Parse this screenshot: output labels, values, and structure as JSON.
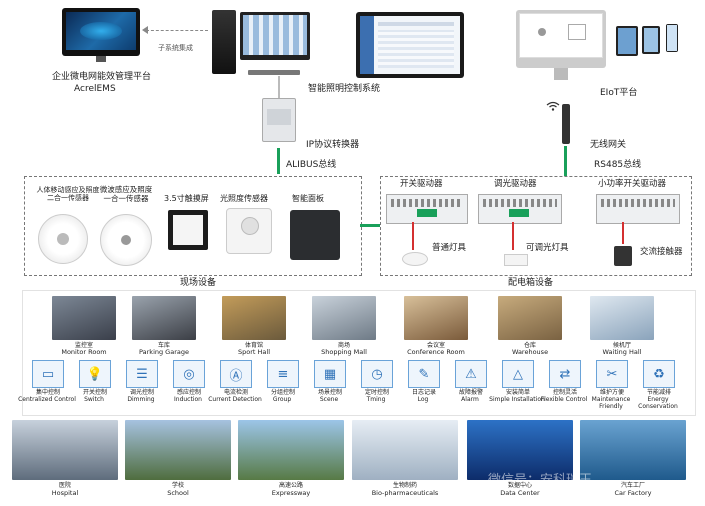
{
  "top": {
    "platform_ems": "企业微电网能效管理平台",
    "platform_ems_en": "AcrelEMS",
    "subsystem": "子系统集成",
    "lighting_system": "智能照明控制系统",
    "eiot": "EIoT平台",
    "ip_converter": "IP协议转换器",
    "alibus": "ALIBUS总线",
    "wireless_gateway": "无线网关",
    "rs485": "RS485总线"
  },
  "field_devices": {
    "group_label": "现场设备",
    "items": [
      {
        "label_line1": "人体移动感应及照度",
        "label_line2": "二合一传感器"
      },
      {
        "label_line1": "微波感应及照度",
        "label_line2": "一合一传感器"
      },
      {
        "label_line1": "3.5寸触摸屏",
        "label_line2": ""
      },
      {
        "label_line1": "光照度传感器",
        "label_line2": ""
      },
      {
        "label_line1": "智能面板",
        "label_line2": ""
      }
    ]
  },
  "cabinet": {
    "group_label": "配电箱设备",
    "switch_driver": "开关驱动器",
    "dimmer_driver": "调光驱动器",
    "small_switch_driver": "小功率开关驱动器",
    "normal_lamp": "普通灯具",
    "dimmable_lamp": "可调光灯具",
    "ac_contactor": "交流接触器"
  },
  "scenes": [
    {
      "cn": "监控室",
      "en": "Monitor Room"
    },
    {
      "cn": "车库",
      "en": "Parking Garage"
    },
    {
      "cn": "体育馆",
      "en": "Sport Hall"
    },
    {
      "cn": "商场",
      "en": "Shopping Mall"
    },
    {
      "cn": "会议室",
      "en": "Conference Room"
    },
    {
      "cn": "仓库",
      "en": "Warehouse"
    },
    {
      "cn": "候机厅",
      "en": "Waiting Hall"
    }
  ],
  "features": [
    {
      "cn": "集中控制",
      "en": "Centralized Control",
      "icon": "monitor-icon"
    },
    {
      "cn": "开关控制",
      "en": "Switch",
      "icon": "bulb-icon"
    },
    {
      "cn": "调光控制",
      "en": "Dimming",
      "icon": "sliders-icon"
    },
    {
      "cn": "感应控制",
      "en": "Induction",
      "icon": "sensor-icon"
    },
    {
      "cn": "电流检测",
      "en": "Current Detection",
      "icon": "ammeter-icon"
    },
    {
      "cn": "分组控制",
      "en": "Group",
      "icon": "list-icon"
    },
    {
      "cn": "场景控制",
      "en": "Scene",
      "icon": "grid-icon"
    },
    {
      "cn": "定时控制",
      "en": "Tming",
      "icon": "clock-icon"
    },
    {
      "cn": "日志记录",
      "en": "Log",
      "icon": "log-icon"
    },
    {
      "cn": "故障报警",
      "en": "Alarm",
      "icon": "alarm-icon"
    },
    {
      "cn": "安装简单",
      "en": "Simple Installation",
      "icon": "install-icon"
    },
    {
      "cn": "控制灵活",
      "en": "Flexible Control",
      "icon": "flex-icon"
    },
    {
      "cn": "维护方便",
      "en": "Maintenance Friendly",
      "icon": "wrench-icon"
    },
    {
      "cn": "节能减排",
      "en": "Energy Conservation",
      "icon": "recycle-icon"
    }
  ],
  "applications": [
    {
      "cn": "医院",
      "en": "Hospital"
    },
    {
      "cn": "学校",
      "en": "School"
    },
    {
      "cn": "高速公路",
      "en": "Expressway"
    },
    {
      "cn": "生物制药",
      "en": "Bio-pharmaceuticals"
    },
    {
      "cn": "数据中心",
      "en": "Data Center"
    },
    {
      "cn": "汽车工厂",
      "en": "Car Factory"
    }
  ],
  "watermark": "微信号：安科瑞王"
}
